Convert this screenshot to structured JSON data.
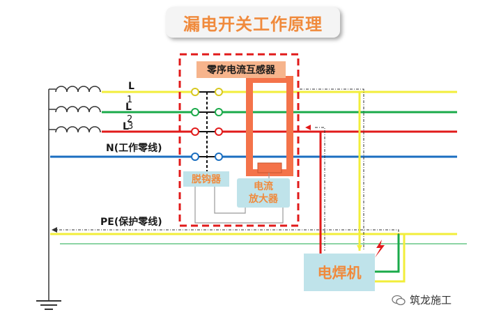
{
  "title": "漏电开关工作原理",
  "ct_label": "零序电流互感器",
  "trip_label": "脱钩器",
  "amp_line1": "电流",
  "amp_line2": "放大器",
  "welder_label": "电焊机",
  "n_label": "N(工作零线)",
  "pe_label": "PE(保护零线)",
  "l1_letter": "L",
  "l1_num": "1",
  "l2_letter": "L",
  "l2_num": "2",
  "l3_letter": "L",
  "l3_num": "3",
  "watermark": "筑龙施工",
  "colors": {
    "yellow": "#f2ee3a",
    "green": "#1aaa4a",
    "red": "#e11a1a",
    "blue": "#1a6ec0",
    "orange": "#f08a3c",
    "ct_core": "#f4734a",
    "box_bg": "#bfe3ea"
  }
}
